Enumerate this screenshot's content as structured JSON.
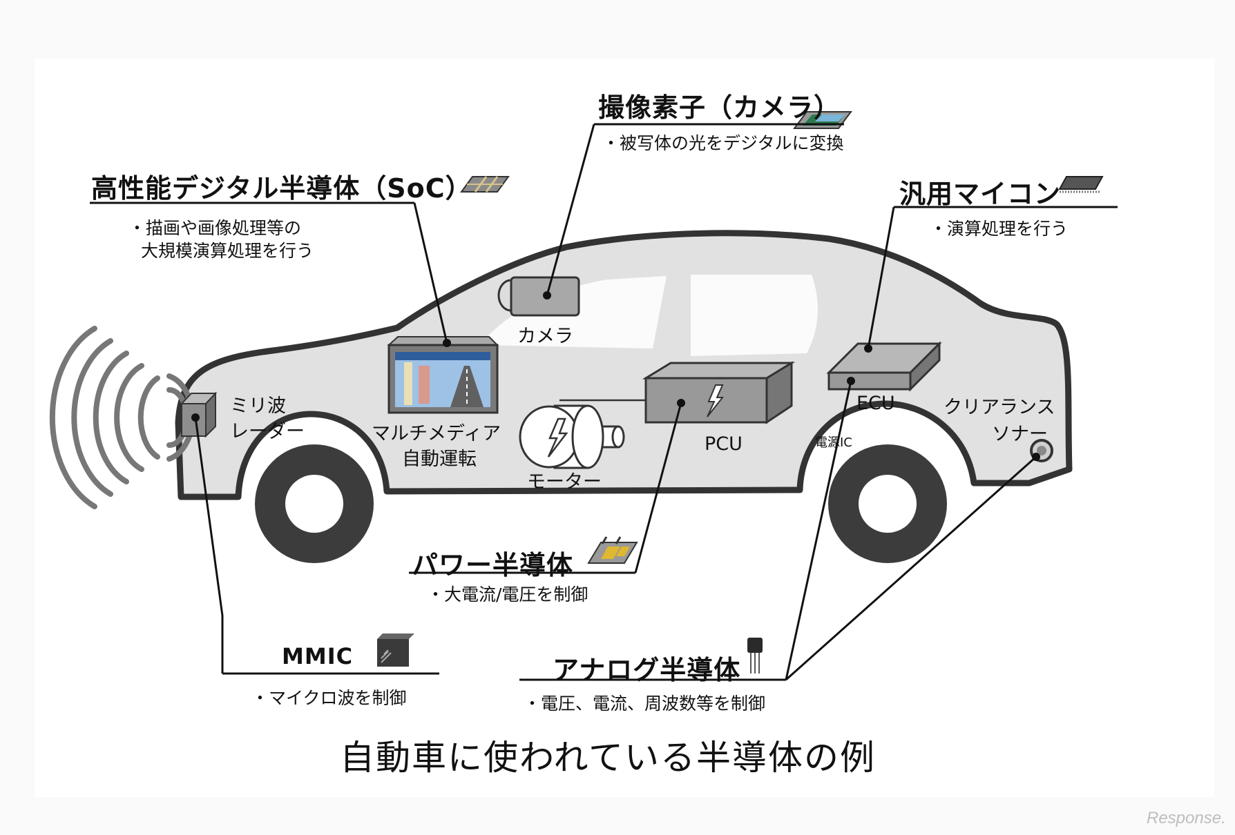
{
  "callouts": {
    "camera_sensor": {
      "title": "撮像素子（カメラ）",
      "desc": "・被写体の光をデジタルに変換"
    },
    "soc": {
      "title": "高性能デジタル半導体（SoC）",
      "desc_line1": "・描画や画像処理等の",
      "desc_line2": "大規模演算処理を行う"
    },
    "mcu": {
      "title": "汎用マイコン",
      "desc": "・演算処理を行う"
    },
    "power": {
      "title": "パワー半導体",
      "desc": "・大電流/電圧を制御"
    },
    "mmic": {
      "title": "MMIC",
      "desc": "・マイクロ波を制御"
    },
    "analog": {
      "title": "アナログ半導体",
      "desc": "・電圧、電流、周波数等を制御"
    }
  },
  "components": {
    "camera": "カメラ",
    "radar_line1": "ミリ波",
    "radar_line2": "レーダー",
    "multimedia_line1": "マルチメディア",
    "multimedia_line2": "自動運転",
    "motor": "モーター",
    "pcu": "PCU",
    "ecu": "ECU",
    "power_ic": "電源IC",
    "sonar_line1": "クリアランス",
    "sonar_line2": "ソナー"
  },
  "caption": "自動車に使われている半導体の例",
  "watermark": "Response.",
  "colors": {
    "car_body": "#e1e1e1",
    "outline": "#333333",
    "wheel": "#3c3c3c",
    "box": "#9a9a9a"
  }
}
